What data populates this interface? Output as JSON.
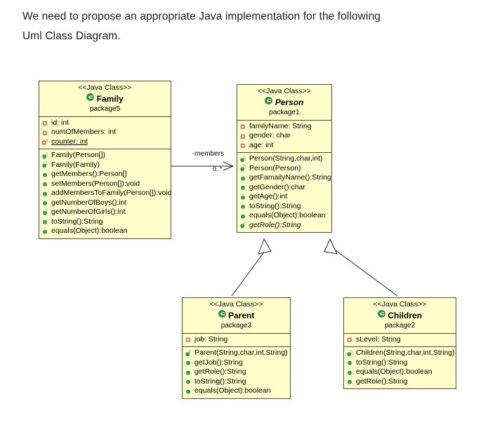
{
  "prompt": {
    "line1": "We need to propose an appropriate Java implementation for the following",
    "line2": "Uml Class Diagram."
  },
  "colors": {
    "class_fill": "#ffffcc",
    "class_border": "#4d4d33",
    "class_icon": "#1a7a3c",
    "field_icon": "#d94f5c",
    "method_icon": "#2f9e4f",
    "page_background": "#ffffff"
  },
  "diagram": {
    "type": "uml-class-diagram",
    "stereotype": "<<Java Class>>",
    "classes": [
      {
        "key": "family",
        "name": "Family",
        "stereotype": "<<Java Class>>",
        "package": "package5",
        "abstract": false,
        "icon": "class-icon",
        "attributes": [
          {
            "label": "id: int",
            "icon": "private-field-icon",
            "static": false
          },
          {
            "label": "numOfMembers: int",
            "icon": "private-field-icon",
            "static": false
          },
          {
            "label": "counter: int",
            "icon": "private-static-field-icon",
            "static": true
          }
        ],
        "methods": [
          {
            "label": "Family(Person[])",
            "icon": "constructor-icon",
            "abstract": false
          },
          {
            "label": "Family(Family)",
            "icon": "constructor-icon",
            "abstract": false
          },
          {
            "label": "getMembers():Person[]",
            "icon": "method-icon",
            "abstract": false
          },
          {
            "label": "setMembers(Person[]):void",
            "icon": "method-icon",
            "abstract": false
          },
          {
            "label": "addMembersToFamily(Person[]):void",
            "icon": "method-icon",
            "abstract": false
          },
          {
            "label": "getNumberOfBoys():int",
            "icon": "method-icon",
            "abstract": false
          },
          {
            "label": "getNumberOfGirls():int",
            "icon": "method-icon",
            "abstract": false
          },
          {
            "label": "toString():String",
            "icon": "method-icon",
            "abstract": false
          },
          {
            "label": "equals(Object):boolean",
            "icon": "method-icon",
            "abstract": false
          }
        ]
      },
      {
        "key": "person",
        "name": "Person",
        "stereotype": "<<Java Class>>",
        "package": "package1",
        "abstract": true,
        "icon": "class-icon",
        "attributes": [
          {
            "label": "familyName: String",
            "icon": "private-field-icon",
            "static": false
          },
          {
            "label": "gender: char",
            "icon": "private-field-icon",
            "static": false
          },
          {
            "label": "age: int",
            "icon": "private-field-icon",
            "static": false
          }
        ],
        "methods": [
          {
            "label": "Person(String,char,int)",
            "icon": "constructor-icon",
            "abstract": false
          },
          {
            "label": "Person(Person)",
            "icon": "constructor-icon",
            "abstract": false
          },
          {
            "label": "getFamailyName():String",
            "icon": "method-icon",
            "abstract": false
          },
          {
            "label": "getGender():char",
            "icon": "method-icon",
            "abstract": false
          },
          {
            "label": "getAge():int",
            "icon": "method-icon",
            "abstract": false
          },
          {
            "label": "toString():String",
            "icon": "method-icon",
            "abstract": false
          },
          {
            "label": "equals(Object):boolean",
            "icon": "method-icon",
            "abstract": false
          },
          {
            "label": "getRole():String",
            "icon": "constructor-icon",
            "abstract": true
          }
        ]
      },
      {
        "key": "parent",
        "name": "Parent",
        "stereotype": "<<Java Class>>",
        "package": "package3",
        "abstract": false,
        "icon": "class-icon",
        "attributes": [
          {
            "label": "job: String",
            "icon": "private-field-icon",
            "static": false
          }
        ],
        "methods": [
          {
            "label": "Parent(String,char,int,String)",
            "icon": "constructor-icon",
            "abstract": false
          },
          {
            "label": "getJob():String",
            "icon": "method-icon",
            "abstract": false
          },
          {
            "label": "getRole():String",
            "icon": "method-icon",
            "abstract": false
          },
          {
            "label": "toString():String",
            "icon": "method-icon",
            "abstract": false
          },
          {
            "label": "equals(Object):boolean",
            "icon": "method-icon",
            "abstract": false
          }
        ]
      },
      {
        "key": "children",
        "name": "Children",
        "stereotype": "<<Java Class>>",
        "package": "package2",
        "abstract": false,
        "icon": "class-icon",
        "attributes": [
          {
            "label": "sLevel: String",
            "icon": "private-field-icon",
            "static": false
          }
        ],
        "methods": [
          {
            "label": "Children(String,char,int,String)",
            "icon": "constructor-icon",
            "abstract": false
          },
          {
            "label": "toString():String",
            "icon": "method-icon",
            "abstract": false
          },
          {
            "label": "equals(Object):boolean",
            "icon": "method-icon",
            "abstract": false
          },
          {
            "label": "getRole():String",
            "icon": "method-icon",
            "abstract": false
          }
        ]
      }
    ],
    "relationships": [
      {
        "key": "family-person",
        "type": "association",
        "from": "Family",
        "to": "Person",
        "role_label": "-members",
        "multiplicity": "0..*"
      },
      {
        "key": "parent-person",
        "type": "generalization",
        "from": "Parent",
        "to": "Person"
      },
      {
        "key": "children-person",
        "type": "generalization",
        "from": "Children",
        "to": "Person"
      }
    ]
  }
}
